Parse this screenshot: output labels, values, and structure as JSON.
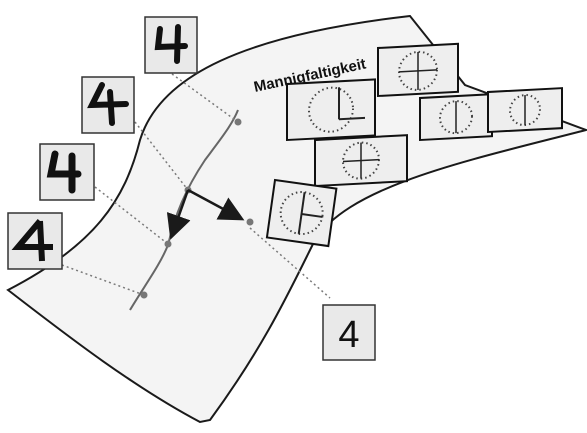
{
  "diagram": {
    "manifold_label": "Mannigfaltigkeit",
    "plain_digit": "4",
    "colors": {
      "surface_fill": "#f4f4f4",
      "outline": "#1a1a1a",
      "box_fill": "#e9e9e9",
      "dotted": "#7a7a7a"
    },
    "icons": [
      "handwritten-digit-4-samples",
      "rotation-grid-icon",
      "tangent-arrow-icon"
    ]
  }
}
